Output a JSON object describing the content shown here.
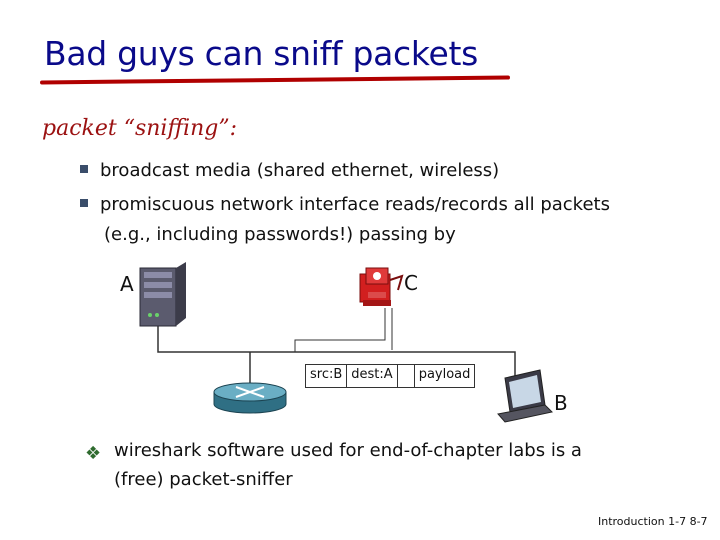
{
  "slide": {
    "title": "Bad guys can sniff packets",
    "subtitle": "packet “sniffing”:",
    "bullets": [
      "broadcast media (shared ethernet, wireless)",
      "promiscuous network interface reads/records all packets",
      "(e.g., including passwords!) passing by"
    ],
    "bottom_bullet": [
      "wireshark software used for end-of-chapter labs is a",
      "(free) packet-sniffer"
    ],
    "footer": {
      "section": "Introduction",
      "page": "1-7",
      "page2": "8-7"
    }
  },
  "diagram": {
    "host_a_label": "A",
    "host_b_label": "B",
    "host_c_label": "C",
    "packet": {
      "src": "src:B",
      "dest": "dest:A",
      "payload": "payload"
    },
    "icons": [
      "server-icon",
      "sniffer-icon",
      "router-icon",
      "laptop-icon"
    ]
  },
  "colors": {
    "title": "#0a0a8a",
    "accent_red": "#b00000",
    "subtitle": "#9b1111",
    "bullet": "#3a4d6a",
    "diamond": "#2f6b2f"
  }
}
